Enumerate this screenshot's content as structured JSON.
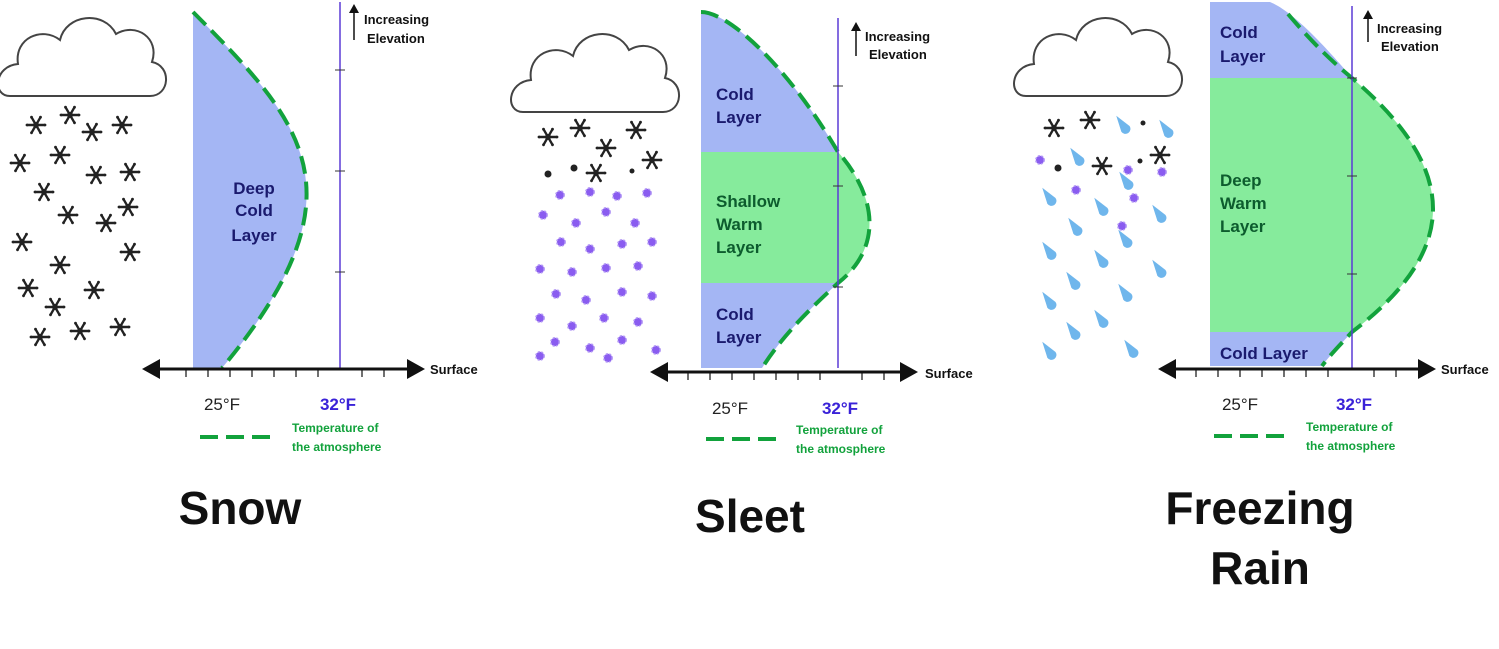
{
  "panels": [
    {
      "id": "snow",
      "caption": "Snow",
      "layers": [
        "Deep Cold Layer"
      ],
      "surface_label": "Surface",
      "elevation_label": [
        "Increasing",
        "Elevation"
      ],
      "tick_25": "25°F",
      "tick_32": "32°F",
      "legend": [
        "Temperature of",
        "the atmosphere"
      ]
    },
    {
      "id": "sleet",
      "caption": "Sleet",
      "layers": [
        "Cold Layer",
        "Shallow Warm Layer",
        "Cold Layer"
      ],
      "surface_label": "Surface",
      "elevation_label": [
        "Increasing",
        "Elevation"
      ],
      "tick_25": "25°F",
      "tick_32": "32°F",
      "legend": [
        "Temperature of",
        "the atmosphere"
      ]
    },
    {
      "id": "freezing-rain",
      "caption": "Freezing Rain",
      "layers": [
        "Cold Layer",
        "Deep Warm Layer",
        "Cold Layer"
      ],
      "surface_label": "Surface",
      "elevation_label": [
        "Increasing",
        "Elevation"
      ],
      "tick_25": "25°F",
      "tick_32": "32°F",
      "legend": [
        "Temperature of",
        "the atmosphere"
      ]
    }
  ],
  "colors": {
    "cold_layer": "#a4b6f4",
    "warm_layer": "#86eb9c",
    "temperature_curve": "#12a23c",
    "freezing_line": "#5b3bd6",
    "snowflake": "#222222",
    "sleet_pellet": "#8a5cf0",
    "rain_drop": "#6fb6ec"
  },
  "icons": [
    "cloud-icon",
    "snowflake-icon",
    "sleet-pellet-icon",
    "raindrop-icon"
  ]
}
